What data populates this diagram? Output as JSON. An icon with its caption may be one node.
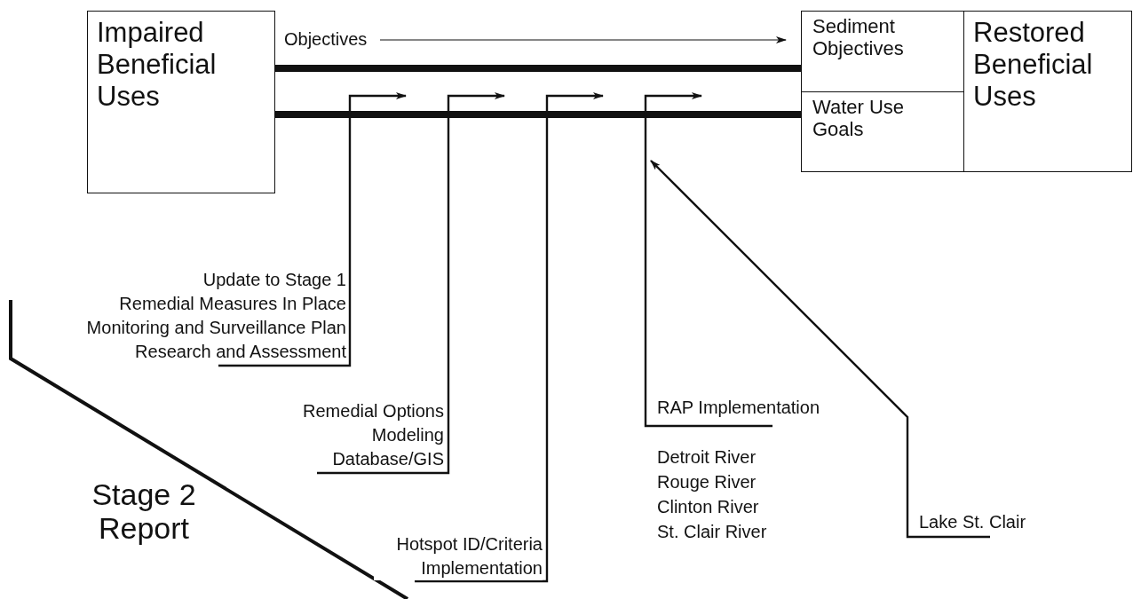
{
  "diagram": {
    "nodes": [
      {
        "text": [
          "Impaired Beneficial Uses"
        ]
      },
      {
        "text": [
          "Sediment Objectives"
        ]
      },
      {
        "text": [
          "Water Use Goals"
        ]
      },
      {
        "text": [
          "Restored Beneficial Uses"
        ]
      },
      {
        "text": [
          "Objectives"
        ]
      },
      {
        "text": [
          "Update to Stage 1",
          "Remedial Measures In Place",
          "Monitoring and Surveillance Plan",
          "Research and Assessment"
        ]
      },
      {
        "text": [
          "Remedial Options",
          "Modeling",
          "Database/GIS"
        ]
      },
      {
        "text": [
          "Hotspot ID/Criteria Implementation"
        ]
      },
      {
        "text": [
          "RAP Implementation"
        ]
      },
      {
        "text": [
          "Lake St. Clair"
        ]
      }
    ],
    "edges": [
      {
        "from": 4,
        "to": 1,
        "arrow": "to"
      },
      {
        "from": 0,
        "to": 1,
        "arrow": "none",
        "style": "thick"
      },
      {
        "from": 0,
        "to": 2,
        "arrow": "none",
        "style": "thick"
      },
      {
        "from": 5,
        "to": null,
        "arrow": "to"
      },
      {
        "from": 6,
        "to": null,
        "arrow": "to"
      },
      {
        "from": 7,
        "to": null,
        "arrow": "to"
      },
      {
        "from": 8,
        "to": null,
        "arrow": "to"
      },
      {
        "from": 9,
        "to": null,
        "arrow": "to"
      }
    ],
    "labels": [
      "Detroit River",
      "Rouge River",
      "Clinton River",
      "St. Clair River",
      "Stage 2 Report"
    ]
  }
}
